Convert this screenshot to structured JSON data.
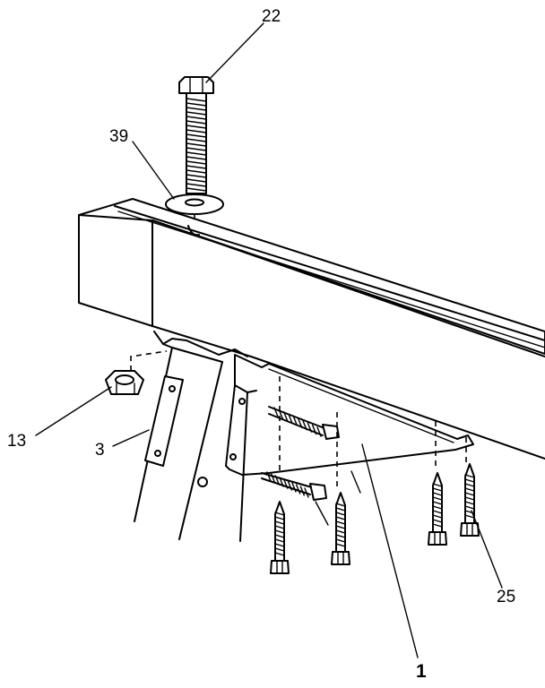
{
  "callouts": {
    "c22": "22",
    "c39": "39",
    "c13": "13",
    "c3": "3",
    "c1": "1",
    "c25": "25"
  }
}
